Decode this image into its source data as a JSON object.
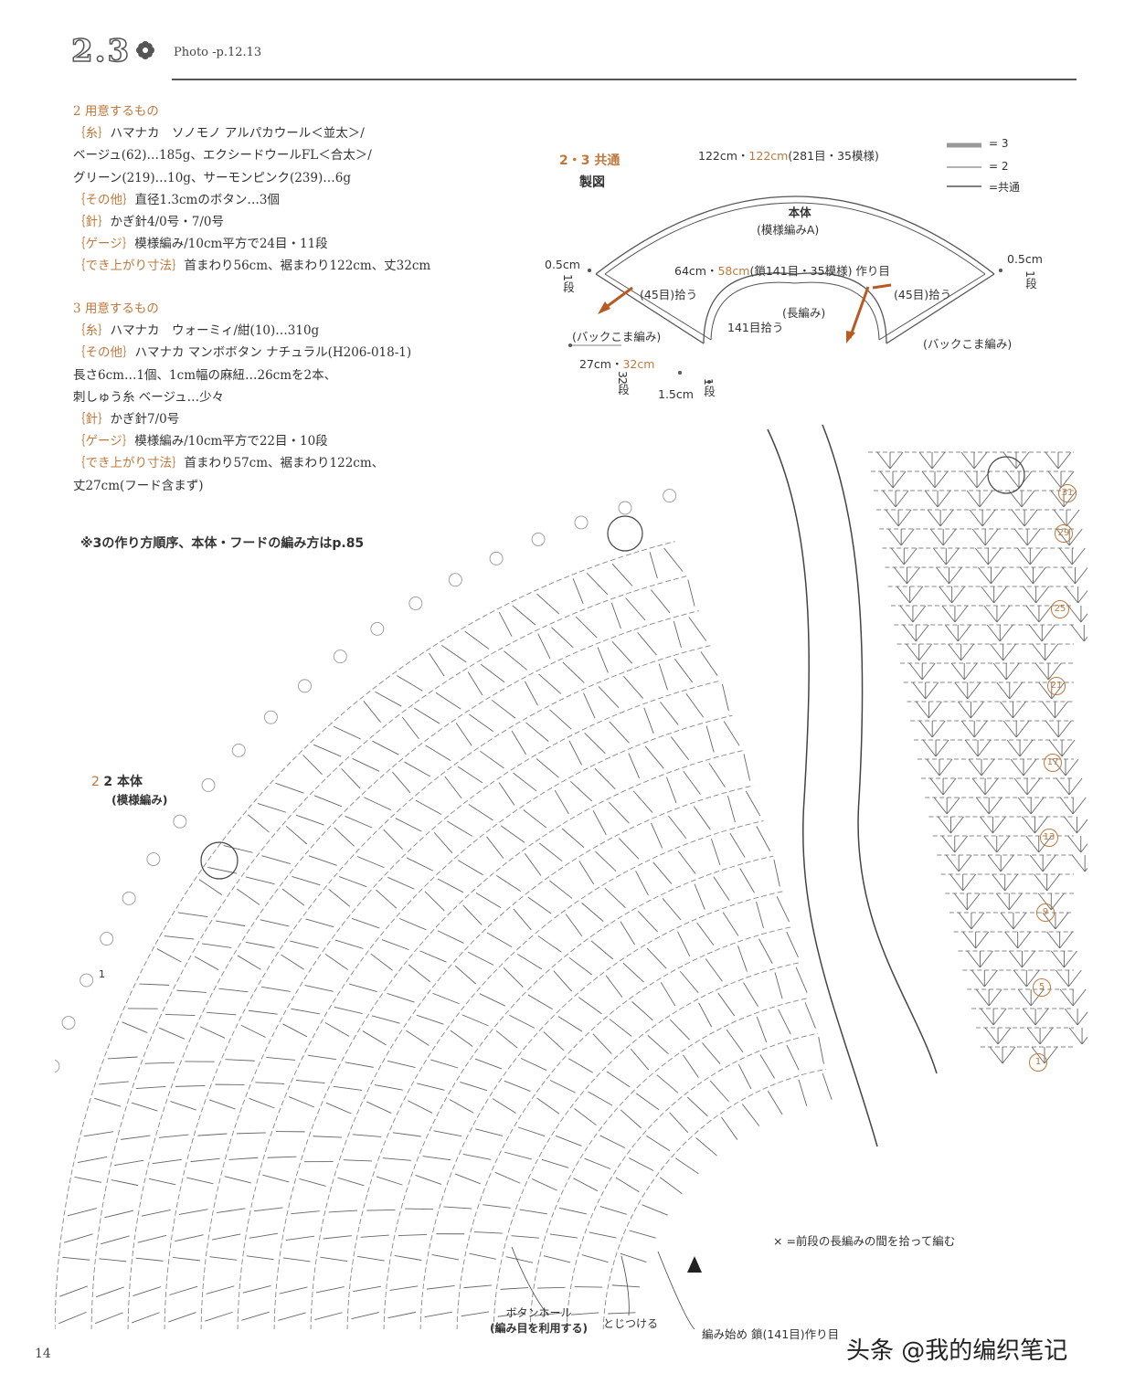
{
  "header": {
    "number": "2.3",
    "photo_ref": "Photo -p.12.13"
  },
  "materials2": {
    "heading": "2 用意するもの",
    "lines": [
      {
        "label": "｛糸｝",
        "text": "ハマナカ　ソノモノ アルパカウール＜並太＞/"
      },
      {
        "label": "",
        "text": "ベージュ(62)…185g、エクシードウールFL＜合太＞/"
      },
      {
        "label": "",
        "text": "グリーン(219)…10g、サーモンピンク(239)…6g"
      },
      {
        "label": "｛その他｝",
        "text": "直径1.3cmのボタン…3個"
      },
      {
        "label": "｛針｝",
        "text": "かぎ針4/0号・7/0号"
      },
      {
        "label": "｛ゲージ｝",
        "text": "模様編み/10cm平方で24目・11段"
      },
      {
        "label": "｛でき上がり寸法｝",
        "text": "首まわり56cm、裾まわり122cm、丈32cm"
      }
    ]
  },
  "materials3": {
    "heading": "3 用意するもの",
    "lines": [
      {
        "label": "｛糸｝",
        "text": "ハマナカ　ウォーミィ/紺(10)…310g"
      },
      {
        "label": "｛その他｝",
        "text": "ハマナカ マンボボタン ナチュラル(H206-018-1)"
      },
      {
        "label": "",
        "text": "長さ6cm…1個、1cm幅の麻紐…26cmを2本、"
      },
      {
        "label": "",
        "text": "刺しゅう糸 ベージュ…少々"
      },
      {
        "label": "｛針｝",
        "text": "かぎ針7/0号"
      },
      {
        "label": "｛ゲージ｝",
        "text": "模様編み/10cm平方で22目・10段"
      },
      {
        "label": "｛でき上がり寸法｝",
        "text": "首まわり57cm、裾まわり122cm、"
      },
      {
        "label": "",
        "text": "丈27cm(フード含まず)"
      }
    ]
  },
  "note_p85": "※3の作り方順序、本体・フードの編み方はp.85",
  "diagram": {
    "title_line1": "2・3 共通",
    "title_line2": "製図",
    "top_measure_a": "122cm・",
    "top_measure_b": "122cm",
    "top_measure_c": "(281目・35模様)",
    "body_label": "本体",
    "body_sub": "(模様編みA)",
    "neck_a": "64cm・",
    "neck_b": "58cm",
    "neck_c": "(鎖141目・35模様) 作り目",
    "left_side": "0.5cm",
    "left_side_rows": "1段",
    "right_side": "0.5cm",
    "right_side_rows": "1段",
    "pick_left": "(45目)拾う",
    "pick_right": "(45目)拾う",
    "long_st": "(長編み)",
    "pick_141": "141目拾う",
    "back_left": "(バックこま編み)",
    "back_right": "(バックこま編み)",
    "height_a": "27cm・",
    "height_b": "32cm",
    "height_rows": "32段",
    "small_a": "1.5cm",
    "small_rows": "1段"
  },
  "legend": {
    "l3": "= 3",
    "l2": "= 2",
    "lc": "=共通"
  },
  "chart": {
    "part_label": "2 本体",
    "part_sub": "(模様編み)",
    "row_numbers": [
      "31",
      "29",
      "25",
      "21",
      "17",
      "13",
      "9",
      "5",
      "1"
    ],
    "mark_1": "1",
    "note_x": "× =前段の長編みの間を拾って編む",
    "buttonhole": "ボタンホール",
    "buttonhole_sub": "(編み目を利用する)",
    "join": "とじつける",
    "start": "編み始め 鎖(141目)作り目"
  },
  "colors": {
    "accent": "#c0783a",
    "ink": "#333333",
    "arrow": "#b85a22"
  },
  "page_number": "14",
  "watermark": "头条 @我的编织笔记"
}
